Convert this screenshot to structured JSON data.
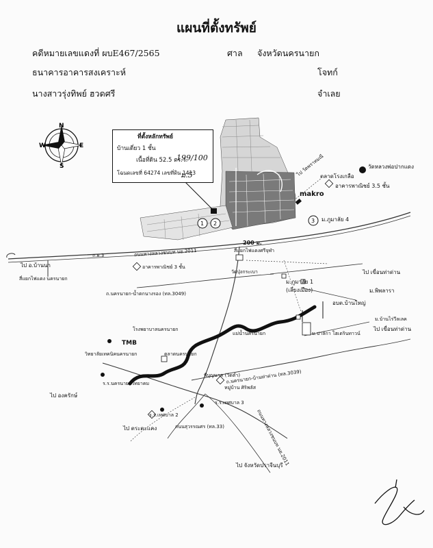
{
  "document": {
    "title": "แผนที่ตั้งทรัพย์",
    "case_label": "คดีหมายเลขแดงที่ ผบE467/2565",
    "court_label": "ศาล",
    "court_name": "จังหวัดนครนายก",
    "plaintiff_name": "ธนาคารอาคารสงเคราะห์",
    "plaintiff_role": "โจทก์",
    "defendant_name": "นางสาวรุ่งทิพย์ ฮวดศรี",
    "defendant_role": "จำเลย"
  },
  "infobox": {
    "heading": "ที่ตั้งหลักทรัพย์",
    "line1": "บ้านเดี่ยว 1 ชั้น",
    "line2": "เนื้อที่ดิน 52.5 ตร.ว.",
    "line3": "โฉนดเลขที่ 64274 เลขที่ดิน 1413",
    "handwritten_note_1": "199/100",
    "handwritten_note_2": "ม.5"
  },
  "compass": {
    "north": "N",
    "south": "S",
    "east": "E",
    "west": "W"
  },
  "map_labels": {
    "wat_luang_pho": "วัดหลวงพ่อปากแดง",
    "talat_rong_kluea": "ตลาดโรงเกลือ",
    "commercial_35": "อาคารพาณิชย์ 3.5 ชั้น",
    "to_wat_phrao": "ไป วัดพราหมณี",
    "makro": "makro",
    "moo_4": "ม.ภูมาลัย 4",
    "distance": "200 ม.",
    "nearby_area": "สี่แยกไฟแดงศรีจุฬา",
    "bypass_road": "ถนนทางหลวงชนบท นย.2011",
    "to_ban_na": "ไป อ.บ้านนา",
    "intersection_left": "สี่แยกไฟแดง นครนายก",
    "commercial_3": "อาคารพาณิชย์ 3 ชั้น",
    "wat_pong_ngam": "วัดปุ่งกระเบา",
    "moo_1": "ม.ภูมาลัย 1",
    "moo_1_sub": "(เลียงเมือง)",
    "to_dam_1": "ไป เขื่อนท่าด่าน",
    "mor_phikul": "ม.พิพลารา",
    "orbortor": "อบต.บ้านใหญ่",
    "road_3049": "ถ.นครนายก-น้ำตกนางรอง (ทล.3049)",
    "hospital": "โรงพยาบาลนครนายก",
    "tmb": "TMB",
    "river": "แม่น้ำนครนายก",
    "pakasit": "ม.ปาลิกา โฮเดรินทาวน์",
    "ban_rai": "ม.บ้านไร่วีลเลค",
    "to_dam_2": "ไป เขื่อนท่าด่าน",
    "college": "วิทยาลัยเทคนิคนครนายก",
    "market": "ตลาดนครนายก",
    "wat_bunnak": "พีบุญนาค (วัดต่ำ)",
    "road_3039": "ถ.นครนายก-บ้านท่าด่าน (ทล.3039)",
    "school_left": "ร.ร.นครนายกวิทยาคม",
    "to_ongkharak": "ไป องครักษ์",
    "moo_siriphat": "หมู่บ้าน ศิริพลัส",
    "school_3": "ร.ร.เทศบาล 3",
    "school_2": "ร.ร.เทศบาล 2",
    "to_tadbang": "ไป ตระตะแคง",
    "road_33": "ถนนสุวรรณศร (ทล.33)",
    "bypass_2": "ถนนทางหลวงชนบท นย.2011",
    "to_prachin": "ไป จังหวัดปราจีนบุรี",
    "plot_1": "1",
    "plot_2": "2",
    "plot_3": "3",
    "small_label": "ถ.ผ.3"
  }
}
